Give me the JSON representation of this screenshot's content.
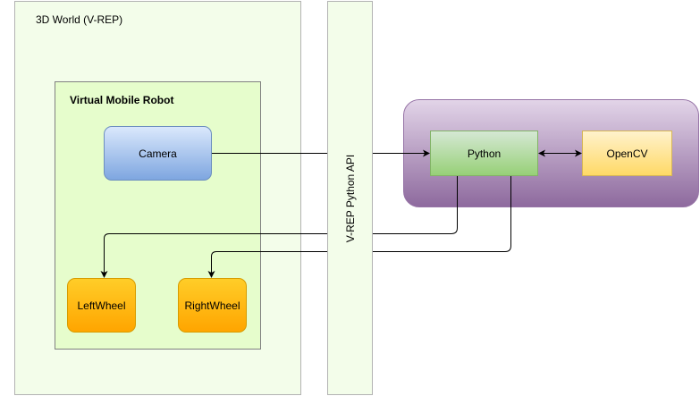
{
  "containers": {
    "world": {
      "label": "3D World (V-REP)"
    },
    "robot": {
      "label": "Virtual Mobile Robot"
    },
    "api": {
      "label": "V-REP Python API"
    }
  },
  "nodes": {
    "camera": {
      "label": "Camera"
    },
    "python": {
      "label": "Python"
    },
    "opencv": {
      "label": "OpenCV"
    },
    "leftwheel": {
      "label": "LeftWheel"
    },
    "rightwheel": {
      "label": "RightWheel"
    }
  },
  "edges": [
    {
      "from": "Camera",
      "to": "Python",
      "direction": "forward"
    },
    {
      "from": "Python",
      "to": "OpenCV",
      "direction": "both"
    },
    {
      "from": "Python",
      "to": "LeftWheel",
      "direction": "forward"
    },
    {
      "from": "Python",
      "to": "RightWheel",
      "direction": "forward"
    }
  ],
  "colors": {
    "world_fill": "#f3fdea",
    "robot_fill": "#e6fdcc",
    "camera": "#7ea6e0",
    "python": "#97d077",
    "opencv": "#ffd966",
    "wheels": "#ffa500",
    "purple_group": "#9673a6"
  }
}
